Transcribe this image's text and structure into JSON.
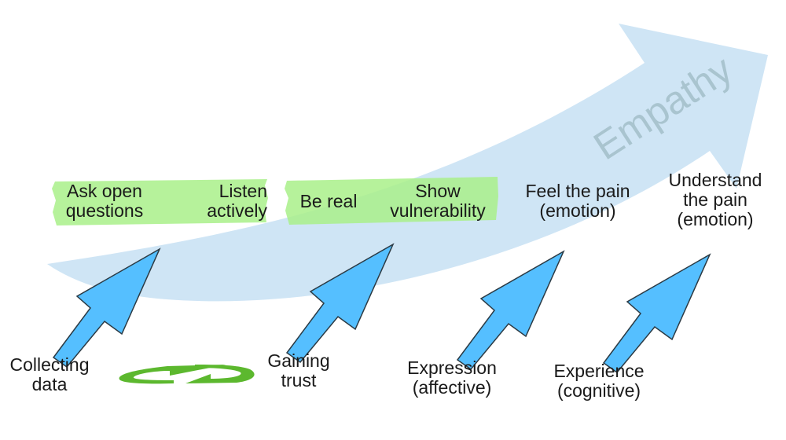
{
  "colors": {
    "big_arrow": "#cfe5f5",
    "watermark": "#a9c4cf",
    "step_arrow_fill": "#55bfff",
    "step_arrow_stroke": "#2b3a44",
    "highlight": "#a9f08a",
    "cycle_green": "#5cb82e",
    "text": "#1a1a1a"
  },
  "watermark": "Empathy",
  "highlights": [
    {
      "left": [
        "Ask open",
        "questions"
      ],
      "right": [
        "Listen",
        "actively"
      ]
    },
    {
      "left": [
        "Be real"
      ],
      "right": [
        "Show",
        "vulnerability"
      ]
    }
  ],
  "upper_labels": [
    [
      "Feel the pain",
      "(emotion)"
    ],
    [
      "Understand",
      "the pain",
      "(emotion)"
    ]
  ],
  "lower_labels": [
    [
      "Collecting",
      "data"
    ],
    [
      "Gaining",
      "trust"
    ],
    [
      "Expression",
      "(affective)"
    ],
    [
      "Experience",
      "(cognitive)"
    ]
  ],
  "icons": {
    "step_arrow": "arrow-up-right-icon",
    "cycle": "cycle-arrows-icon"
  }
}
